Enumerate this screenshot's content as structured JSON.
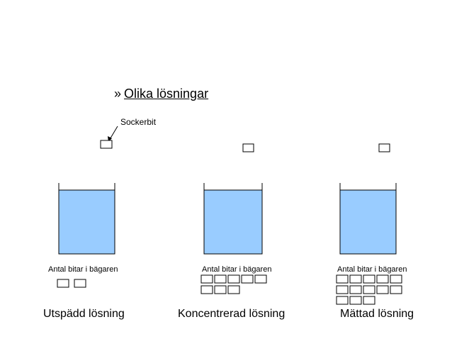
{
  "heading": {
    "bullet": "»",
    "title": "Olika lösningar"
  },
  "callout": {
    "label": "Sockerbit"
  },
  "colors": {
    "water": "#99ccff",
    "outline": "#000000"
  },
  "beakers": [
    {
      "label": "Antal bitar i bägaren",
      "name": "Utspädd lösning",
      "pieces_in_beaker": 2,
      "cube_above": true
    },
    {
      "label": "Antal bitar i bägaren",
      "name": "Koncentrerad lösning",
      "pieces_in_beaker": 8,
      "cube_above": true
    },
    {
      "label": "Antal bitar i bägaren",
      "name": "Mättad lösning",
      "pieces_in_beaker": 13,
      "cube_above": true
    }
  ]
}
